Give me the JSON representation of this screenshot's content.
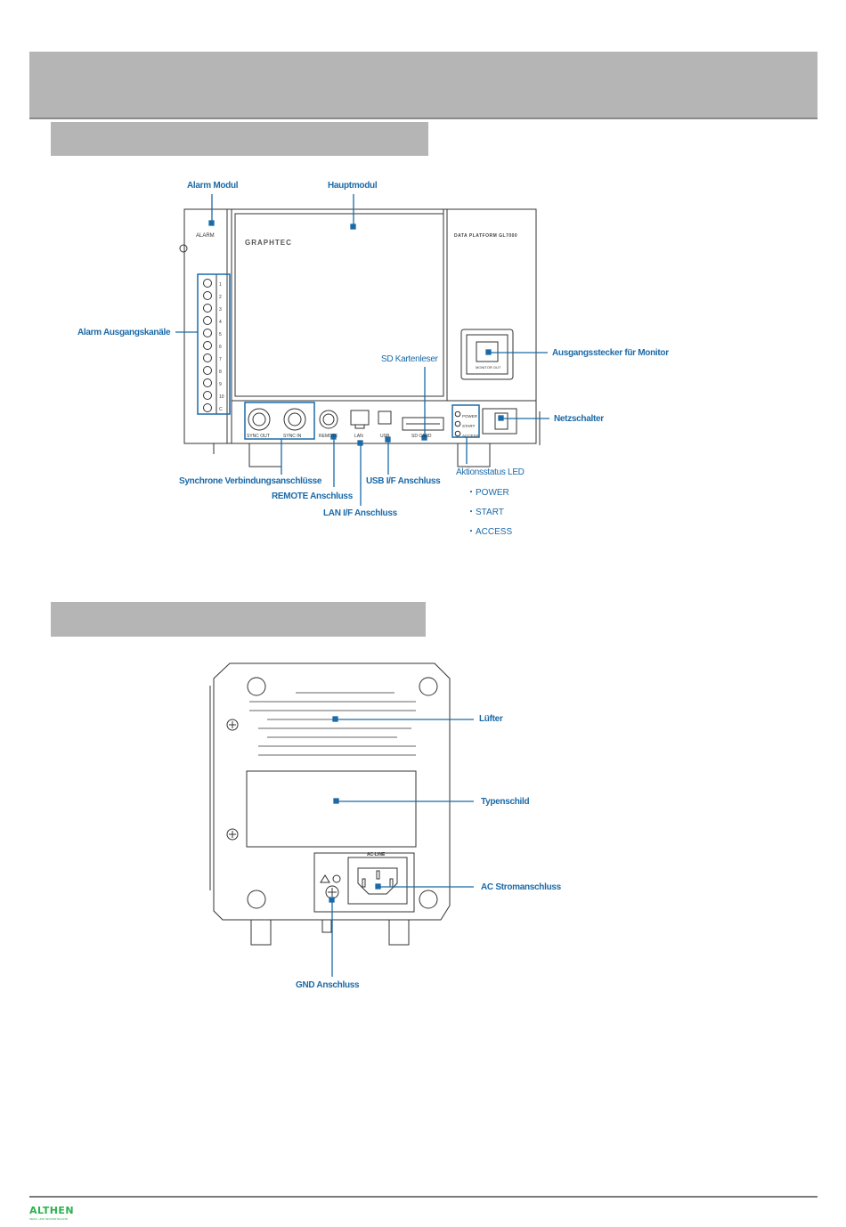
{
  "front_labels": {
    "alarm_module": "Alarm Modul",
    "main_module": "Hauptmodul",
    "alarm_outputs": "Alarm Ausgangskanäle",
    "sd_reader": "SD Kartenleser",
    "monitor_out": "Ausgangsstecker für Monitor",
    "power_switch": "Netzschalter",
    "sync_ports": "Synchrone Verbindungsanschlüsse",
    "remote_port": "REMOTE Anschluss",
    "lan_port": "LAN I/F Anschluss",
    "usb_port": "USB I/F Anschluss",
    "status_led": "Aktionsstatus LED",
    "led_items": [
      "・POWER",
      "・START",
      "・ACCESS"
    ]
  },
  "device_front": {
    "alarm_text": "ALARM",
    "brand": "GRAPHTEC",
    "model": "DATA PLATFORM GL7000",
    "channels": [
      "1",
      "2",
      "3",
      "4",
      "5",
      "6",
      "7",
      "8",
      "9",
      "10",
      "C"
    ],
    "sync_out": "SYNC OUT",
    "sync_in": "SYNC IN",
    "remote": "REMOTE",
    "lan": "LAN",
    "usb": "USB",
    "sd_card": "SD CARD",
    "monitor_out": "MONITOR OUT",
    "leds": [
      "POWER",
      "START",
      "ACCESS"
    ]
  },
  "back_labels": {
    "fan": "Lüfter",
    "nameplate": "Typenschild",
    "ac_power": "AC Stromanschluss",
    "gnd": "GND Anschluss"
  },
  "device_back": {
    "ac_line": "AC-LINE"
  },
  "footer": {
    "logo": "ALTHEN",
    "logo_sub": "MESS- UND SENSORTECHNIK"
  },
  "colors": {
    "accent": "#1b6aa8",
    "bar": "#b5b5b5",
    "logo": "#2bb24c"
  }
}
